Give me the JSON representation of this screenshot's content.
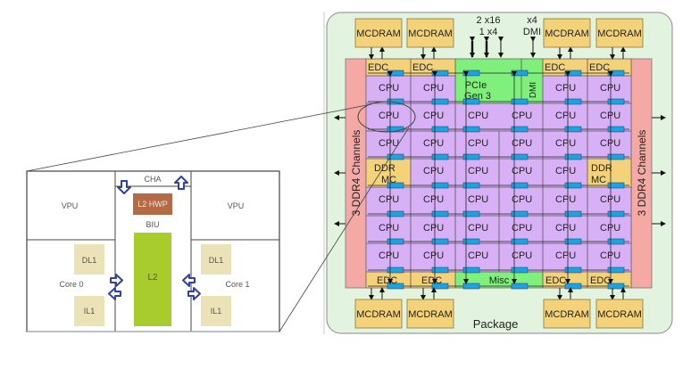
{
  "colors": {
    "package_fill": "#e2f3df",
    "package_stroke": "#8a8a8a",
    "mcdram_fill": "#f4d27a",
    "mcdram_stroke": "#8a7a3a",
    "edc_fill": "#f4d27a",
    "cpu_fill": "#d8b0f6",
    "io_fill": "#80f07c",
    "ddr_fill": "#f4d27a",
    "ddr4_fill": "#f5a9a5",
    "router_fill": "#1ea3e0",
    "tile_l2hwp": "#b46a45",
    "tile_l2": "#a8cc2c",
    "tile_l1": "#ece2b8",
    "tile_arrow": "#3340a0"
  },
  "package": {
    "label": "Package",
    "ddr4_left": "3 DDR4 Channels",
    "ddr4_right": "3 DDR4 Channels",
    "io_top_labels": [
      "2 x16",
      "1 x4",
      "x4",
      "DMI"
    ],
    "mcdram_top": [
      "MCDRAM",
      "MCDRAM",
      "MCDRAM",
      "MCDRAM"
    ],
    "mcdram_bottom": [
      "MCDRAM",
      "MCDRAM",
      "MCDRAM",
      "MCDRAM"
    ],
    "grid": {
      "rows": [
        [
          "EDC",
          "EDC",
          "IO",
          "IO",
          "EDC",
          "EDC"
        ],
        [
          "CPU",
          "CPU",
          "IO",
          "DMI",
          "CPU",
          "CPU"
        ],
        [
          "CPU",
          "CPU",
          "CPU",
          "CPU",
          "CPU",
          "CPU"
        ],
        [
          "CPU",
          "CPU",
          "CPU",
          "CPU",
          "CPU",
          "CPU"
        ],
        [
          "DDR",
          "CPU",
          "CPU",
          "CPU",
          "CPU",
          "DDR"
        ],
        [
          "CPU",
          "CPU",
          "CPU",
          "CPU",
          "CPU",
          "CPU"
        ],
        [
          "CPU",
          "CPU",
          "CPU",
          "CPU",
          "CPU",
          "CPU"
        ],
        [
          "CPU",
          "CPU",
          "CPU",
          "CPU",
          "CPU",
          "CPU"
        ],
        [
          "EDC",
          "EDC",
          "MISC",
          "MISC",
          "EDC",
          "EDC"
        ]
      ],
      "cell_labels": {
        "CPU": "CPU",
        "EDC": "EDC",
        "DDR_line1": "DDR",
        "DDR_line2": "MC",
        "PCIE_line1": "PCIe",
        "PCIE_line2": "Gen 3",
        "DMI": "DMI",
        "MISC": "Misc"
      }
    }
  },
  "tile": {
    "cha": "CHA",
    "l2hwp": "L2 HWP",
    "biu": "BIU",
    "l2": "L2",
    "vpu_left": "VPU",
    "vpu_right": "VPU",
    "core0": "Core 0",
    "core1": "Core 1",
    "dl1_left": "DL1",
    "il1_left": "IL1",
    "dl1_right": "DL1",
    "il1_right": "IL1"
  }
}
